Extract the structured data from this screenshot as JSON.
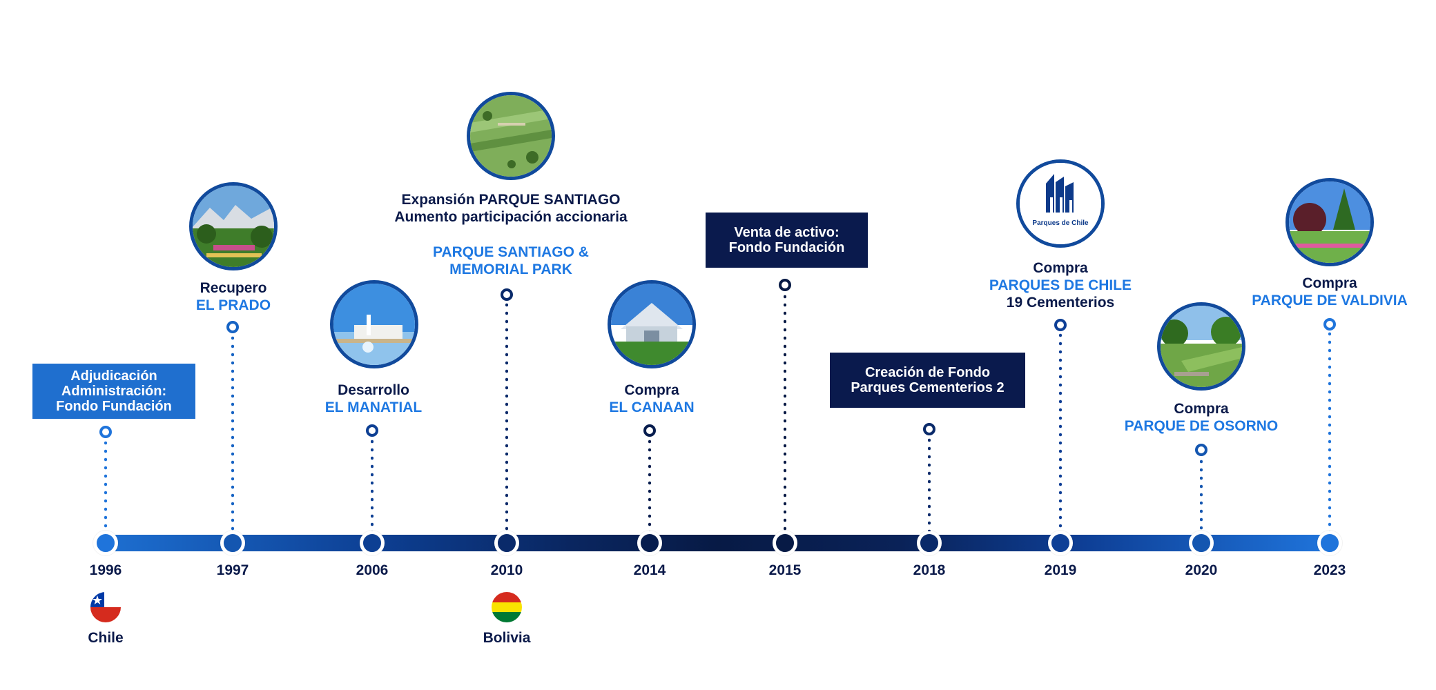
{
  "timeline": {
    "years": [
      "1996",
      "1997",
      "2006",
      "2010",
      "2014",
      "2015",
      "2018",
      "2019",
      "2020",
      "2023"
    ]
  },
  "events": {
    "e1996": {
      "box_line1": "Adjudicación",
      "box_line2": "Administración:",
      "box_line3": "Fondo Fundación"
    },
    "e1997": {
      "line1": "Recupero",
      "line2": "EL PRADO"
    },
    "e2006": {
      "line1": "Desarrollo",
      "line2": "EL MANATIAL"
    },
    "e2010": {
      "line1": "Expansión PARQUE SANTIAGO",
      "line2": "Aumento participación accionaria",
      "line3": "PARQUE SANTIAGO &",
      "line4": "MEMORIAL PARK"
    },
    "e2014": {
      "line1": "Compra",
      "line2": "EL CANAAN"
    },
    "e2015": {
      "box_line1": "Venta de activo:",
      "box_line2": "Fondo Fundación"
    },
    "e2018": {
      "box_line1": "Creación de Fondo",
      "box_line2": "Parques Cementerios 2"
    },
    "e2019": {
      "line1": "Compra",
      "line2": "PARQUES DE CHILE",
      "line3": "19 Cementerios",
      "logo_text": "Parques de Chile"
    },
    "e2020": {
      "line1": "Compra",
      "line2": "PARQUE DE OSORNO"
    },
    "e2023": {
      "line1": "Compra",
      "line2": "PARQUE DE VALDIVIA"
    }
  },
  "countries": {
    "chile": "Chile",
    "bolivia": "Bolivia"
  },
  "colors": {
    "dark_navy": "#0b1a4a",
    "accent_blue": "#1e78e2",
    "box_blue": "#1f6fcf",
    "box_navy": "#0a1a4d"
  },
  "icons": {
    "chile_flag": "chile-flag-icon",
    "bolivia_flag": "bolivia-flag-icon"
  }
}
